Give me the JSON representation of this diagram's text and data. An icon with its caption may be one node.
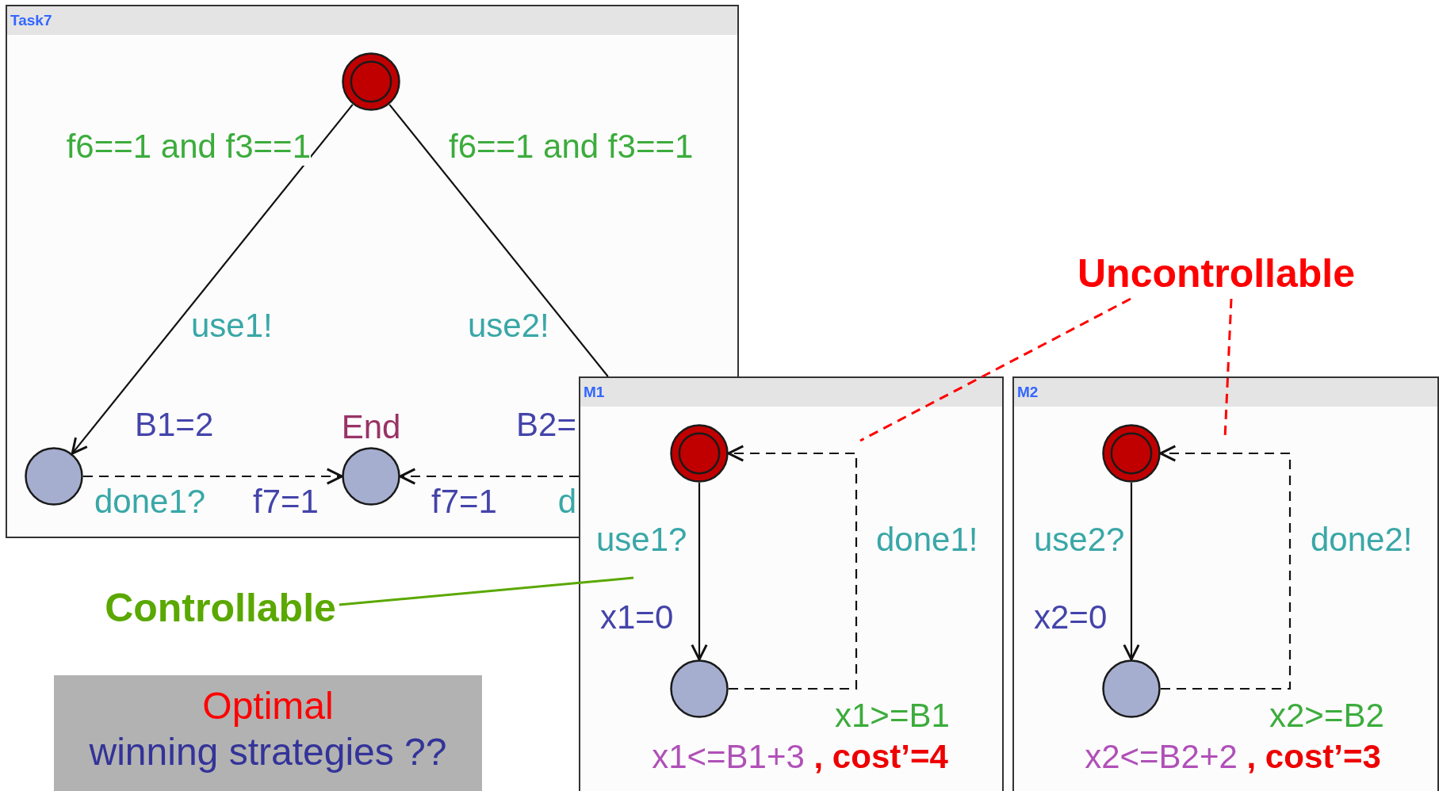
{
  "diagram": {
    "nodes": [
      {
        "text": [
          "Task7"
        ]
      },
      {
        "text": [],
        "shape": "circle",
        "in": 0
      },
      {
        "text": [],
        "shape": "circle",
        "in": 0
      },
      {
        "text": [
          "End"
        ],
        "in": 0
      },
      {
        "text": [
          "Uncontrollable"
        ]
      },
      {
        "text": [
          "M1"
        ]
      },
      {
        "text": [],
        "shape": "circle"
      },
      {
        "text": [],
        "shape": "circle",
        "in": 5,
        "beside": [
          "x1<=B1+3 **, cost’=4**"
        ]
      },
      {
        "text": [
          "M2"
        ]
      },
      {
        "text": [],
        "shape": "circle",
        "in": 8
      },
      {
        "text": [],
        "shape": "circle",
        "in": 8,
        "beside": [
          "x2<=B2+2 **, cost’=3**"
        ]
      },
      {
        "text": [
          "Controllable"
        ]
      },
      {
        "text": [
          "Optimal",
          "winning strategies ??"
        ]
      }
    ],
    "edges": [
      {
        "from": 1,
        "to": 2,
        "arrow": "to",
        "label": "f6==1 and f3==1"
      },
      {
        "from": 1,
        "to": 5,
        "arrow": "none",
        "label": "f6==1 and f3==1"
      },
      {
        "from": 2,
        "to": 3,
        "arrow": "to",
        "style": "dashed",
        "label": "done1?"
      },
      {
        "from": 5,
        "to": 3,
        "arrow": "to",
        "style": "dashed"
      },
      {
        "from": 6,
        "to": 7,
        "arrow": "to",
        "label": "use1?"
      },
      {
        "from": 7,
        "to": 6,
        "arrow": "to",
        "style": "dashed",
        "label": "done1!"
      },
      {
        "from": 9,
        "to": 10,
        "arrow": "to",
        "label": "use2?"
      },
      {
        "from": 10,
        "to": 9,
        "arrow": "to",
        "style": "dashed",
        "label": "done2!"
      },
      {
        "from": 4,
        "to": null,
        "arrow": "none",
        "style": "dashed",
        "color": "#ff0000"
      },
      {
        "from": 4,
        "to": null,
        "arrow": "none",
        "style": "dashed",
        "color": "#ff0000"
      },
      {
        "from": 11,
        "to": null,
        "arrow": "none",
        "color": "#5aa800"
      }
    ],
    "labels": [
      "use1!",
      "use2!",
      "B1=2",
      "B2=",
      "f7=1",
      "f7=1",
      "d",
      "x1=0",
      "x1>=B1",
      "x2=0",
      "x2>=B2"
    ]
  }
}
